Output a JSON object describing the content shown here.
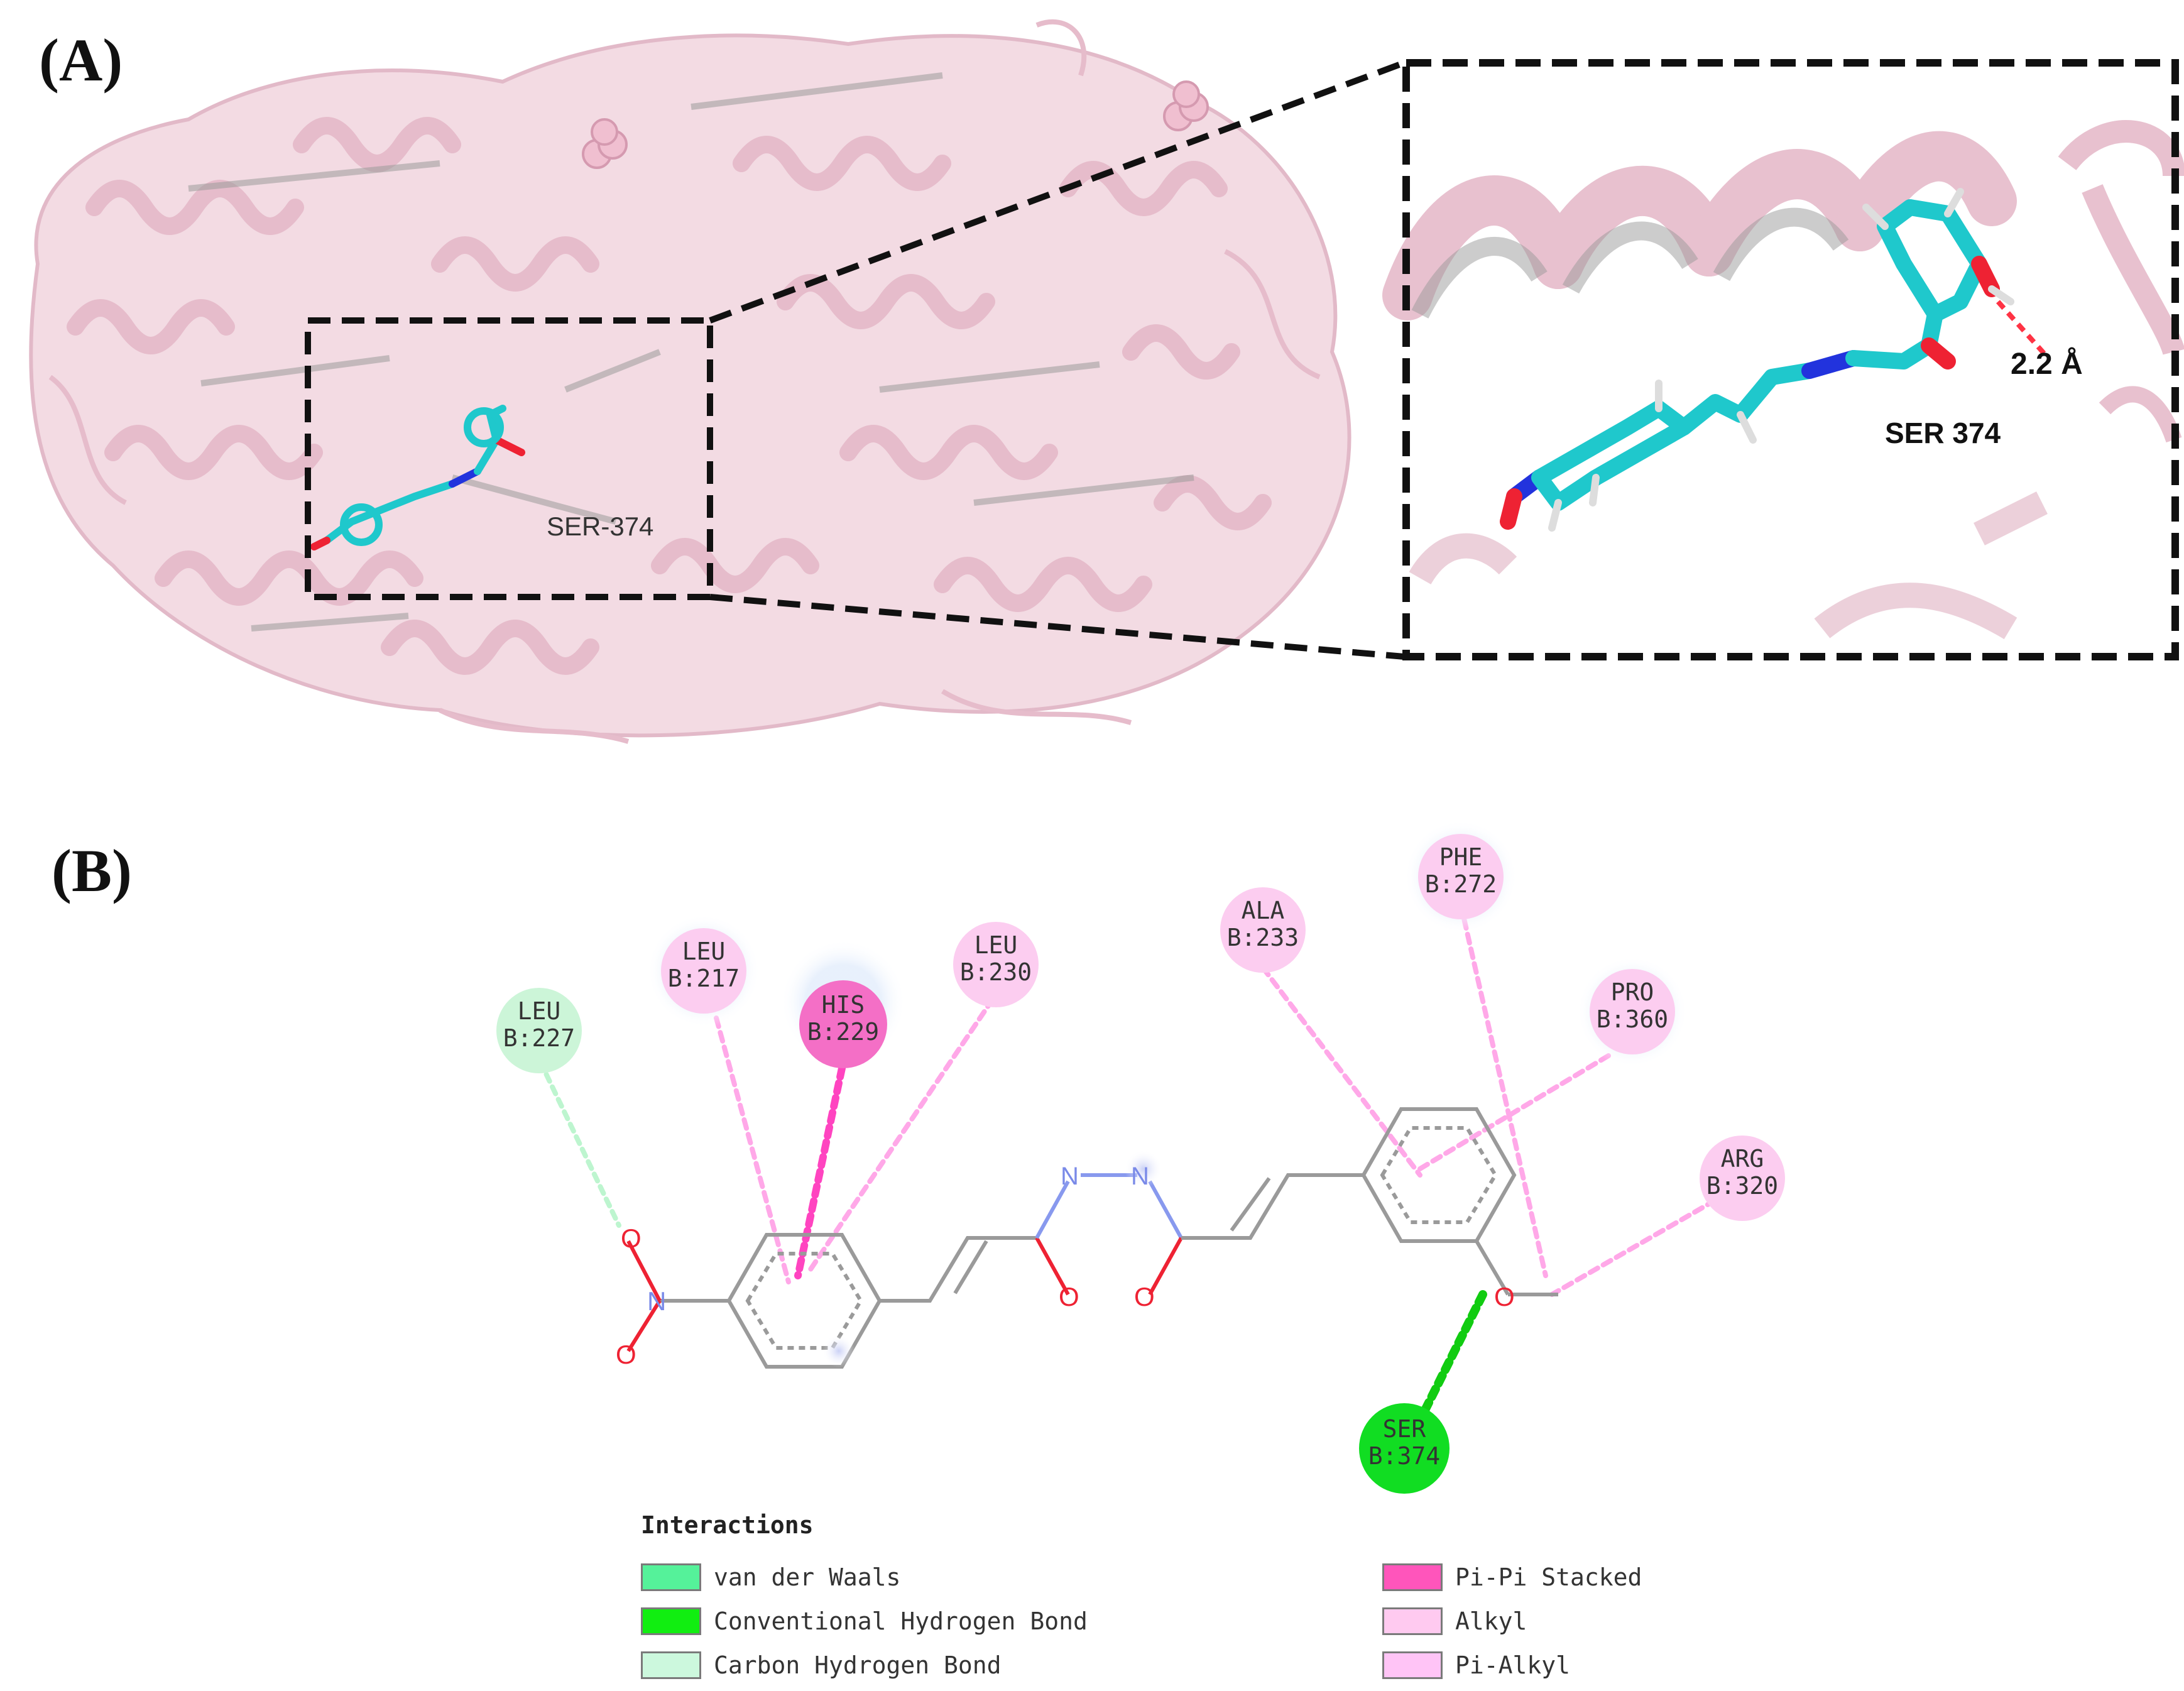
{
  "panels": {
    "a_label": "(A)",
    "b_label": "(B)"
  },
  "panel_a": {
    "overview_residue_label": "SER-374",
    "zoom_residue_label": "SER 374",
    "hbond_distance": "2.2 Å",
    "colors": {
      "protein_cartoon": "#e8c1cf",
      "protein_shadow": "#8f8f8f",
      "ligand_carbon": "#1fc8cc",
      "ligand_nitrogen": "#2233dd",
      "ligand_oxygen": "#ee2233",
      "hbond_dash": "#ff3344",
      "frame": "#111111"
    }
  },
  "panel_b": {
    "residues": [
      {
        "name": "LEU",
        "id": "B:227",
        "type": "carbon-hbond"
      },
      {
        "name": "LEU",
        "id": "B:217",
        "type": "alkyl"
      },
      {
        "name": "HIS",
        "id": "B:229",
        "type": "pi-pi-stacked"
      },
      {
        "name": "LEU",
        "id": "B:230",
        "type": "pi-alkyl"
      },
      {
        "name": "ALA",
        "id": "B:233",
        "type": "pi-alkyl"
      },
      {
        "name": "PHE",
        "id": "B:272",
        "type": "alkyl"
      },
      {
        "name": "PRO",
        "id": "B:360",
        "type": "pi-alkyl"
      },
      {
        "name": "ARG",
        "id": "B:320",
        "type": "alkyl"
      },
      {
        "name": "SER",
        "id": "B:374",
        "type": "conventional-hbond"
      }
    ],
    "atom_labels": {
      "oxygen": "O",
      "nitrogen": "N"
    },
    "legend": {
      "title": "Interactions",
      "items": [
        {
          "label": "van der Waals",
          "color": "#55f29a"
        },
        {
          "label": "Conventional Hydrogen Bond",
          "color": "#11ee11"
        },
        {
          "label": "Carbon Hydrogen Bond",
          "color": "#ccf8dd"
        },
        {
          "label": "Pi-Pi Stacked",
          "color": "#ff55bb"
        },
        {
          "label": "Alkyl",
          "color": "#ffcaf0"
        },
        {
          "label": "Pi-Alkyl",
          "color": "#ffc4f6"
        }
      ]
    }
  }
}
